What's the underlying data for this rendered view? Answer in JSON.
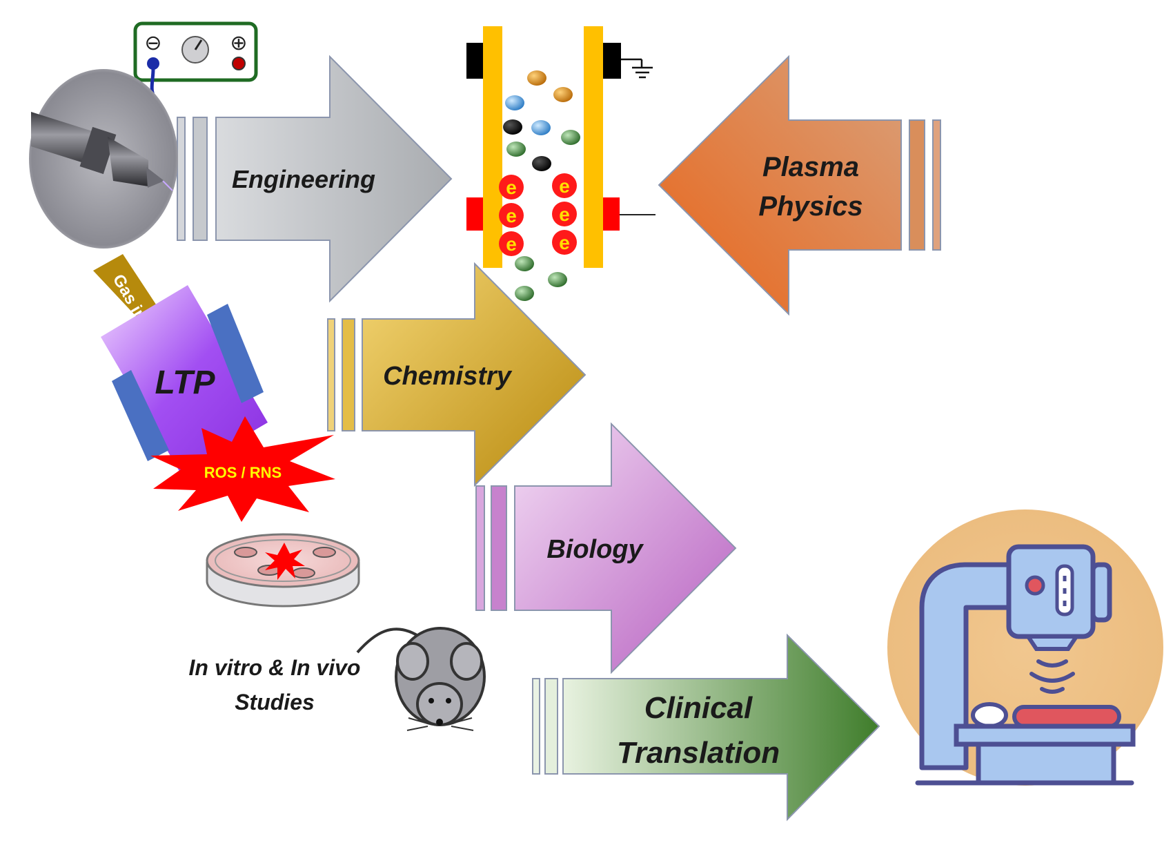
{
  "arrows": {
    "engineering": "Engineering",
    "chemistry": "Chemistry",
    "biology": "Biology",
    "plasma_physics": [
      "Plasma",
      "Physics"
    ],
    "clinical_translation": [
      "Clinical",
      "Translation"
    ]
  },
  "device": {
    "gas_in": "Gas in",
    "ltp": "LTP",
    "ros_rns": "ROS / RNS",
    "studies": [
      "In vitro & In vivo",
      "Studies"
    ]
  },
  "plasma_cell": {
    "electron_symbol": "e"
  },
  "power_supply": {
    "minus": "⊖",
    "plus": "⊕"
  },
  "colors": {
    "engineering": "#b9bcc0",
    "chemistry": "#d9ae2c",
    "biology": "#c87fcf",
    "plasma_physics": "#e0762e",
    "clinical_translation": "#5d9a45",
    "ltp": "#a14cf0",
    "burst": "#e31212",
    "electrode": "#ffc000"
  },
  "icons": [
    "power-supply-icon",
    "plasma-pen-icon",
    "petri-dish-icon",
    "mouse-icon",
    "radiotherapy-machine-icon",
    "ground-icon"
  ]
}
